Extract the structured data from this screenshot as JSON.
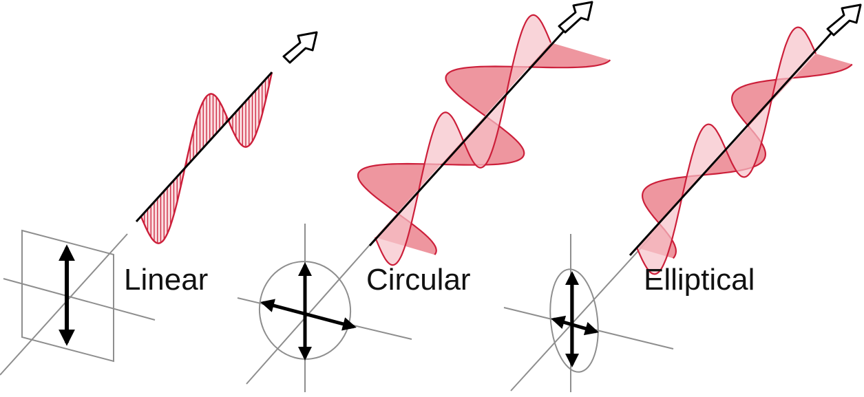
{
  "panels": [
    {
      "id": "linear",
      "label": "Linear"
    },
    {
      "id": "circular",
      "label": "Circular"
    },
    {
      "id": "elliptical",
      "label": "Elliptical"
    }
  ],
  "colors": {
    "wave_stroke": "#cc1f3a",
    "wave_fill_light": "#f6c2c9",
    "wave_fill_dark": "#e8737f",
    "guide_lines": "#8e8e8e",
    "axis": "#000000"
  }
}
